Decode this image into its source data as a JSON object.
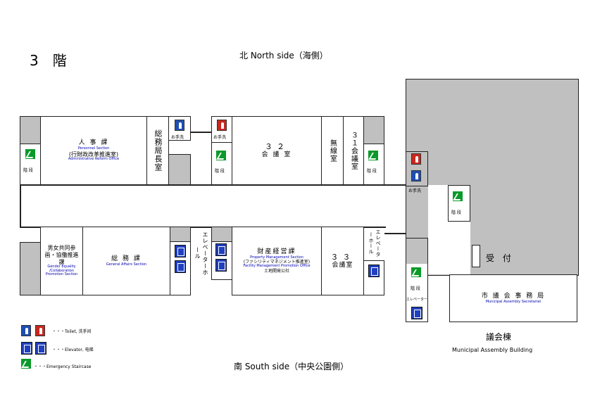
{
  "floor_title": "3　階",
  "north_label": "北  North side（海側）",
  "south_label": "南   South side（中央公園側）",
  "rooms": {
    "personnel": {
      "jp": "人 事 課",
      "en": "Personnel Section",
      "jp2": "(行財政改革推進室)",
      "en2": "Administrative Reform Office"
    },
    "general_affairs_director": {
      "jp": "総務局長室"
    },
    "conference_32": {
      "jp1": "３２",
      "jp2": "会 議 室"
    },
    "radio": {
      "jp": "無線室"
    },
    "conference_31": {
      "jp": "３１会議室"
    },
    "gender_equality": {
      "jp": "男女共同参画・協働推進課",
      "en": "Gender Equality /Collaboration Promotion Section"
    },
    "general_affairs": {
      "jp": "総 務 課",
      "en": "General Affairs Section"
    },
    "property": {
      "jp": "財産経営課",
      "en": "Property Management Section",
      "jp2": "(ファシリティマネジメント推進室)",
      "en2": "Facility Management Promotion Office",
      "jp3": "土地開発公社"
    },
    "conference_33": {
      "jp1": "３３",
      "jp2": "会議室"
    },
    "reception": {
      "jp": "受 付"
    },
    "secretariat": {
      "jp": "市 議 会 事 務 局",
      "en": "Municipal Assembly Secretariat"
    }
  },
  "labels": {
    "stairs": "階 段",
    "washroom": "お手洗",
    "elevator_hall": "エレベーターホール",
    "elevator_hall_small": "エレベーター",
    "assembly_jp": "議会棟",
    "assembly_en": "Municipal Assembly Building"
  },
  "legend": {
    "toilet": "・・・Toilet, 洗手间",
    "elevator": "・・・Elevator, 电梯",
    "stairs": "・・・Emergency Staircase"
  },
  "colors": {
    "stairs": "#0a9a2a",
    "toilet_male": "#1f4fb0",
    "toilet_female": "#c8281e",
    "elevator": "#2040c0",
    "wall_gray": "#c0c0c0"
  }
}
